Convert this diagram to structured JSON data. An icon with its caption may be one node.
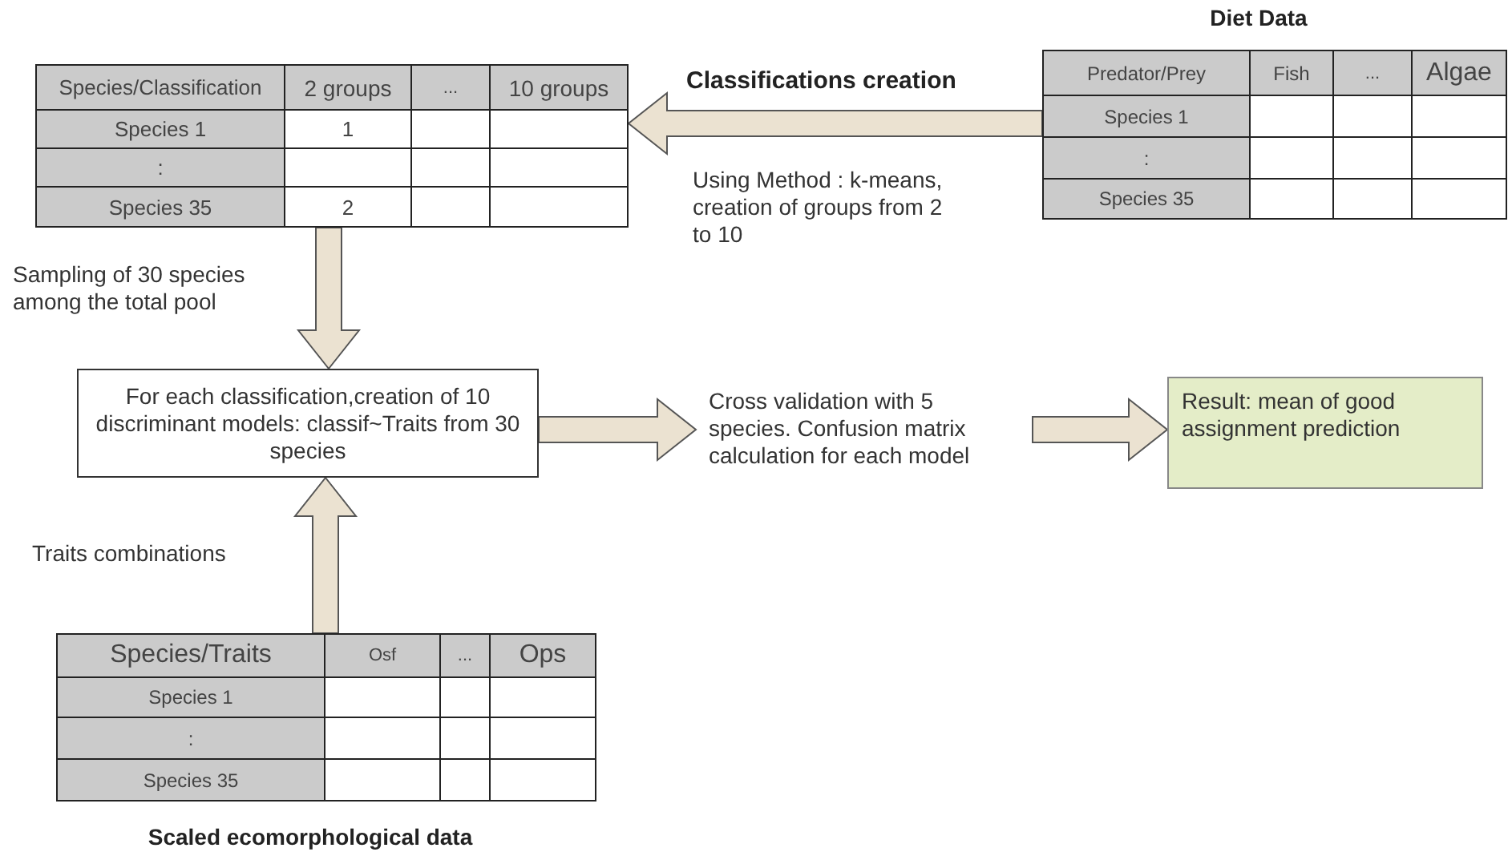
{
  "diagram": {
    "nodes": [
      {
        "text": [
          "Species/Classification",
          "2 groups",
          "...",
          "10 groups",
          "Species 1",
          "1",
          ":",
          "Species 35",
          "2"
        ]
      },
      {
        "text": [
          "Diet Data",
          "Predator/Prey",
          "Fish",
          "...",
          "Algae",
          "Species 1",
          ":",
          "Species 35"
        ]
      },
      {
        "text": [
          "For each classification,creation of 10 discriminant models: classif~Traits from 30 species"
        ]
      },
      {
        "text": [
          "Cross validation with 5 species. Confusion matrix calculation for each model"
        ]
      },
      {
        "text": [
          "Result: mean of good assignment prediction"
        ]
      },
      {
        "text": [
          "Species/Traits",
          "Osf",
          "...",
          "Ops",
          "Species 1",
          ":",
          "Species 35",
          "Scaled ecomorphological data"
        ]
      }
    ],
    "edges": [
      {
        "from": 1,
        "to": 0,
        "arrow": "to",
        "label": "Classifications creation"
      },
      {
        "from": 0,
        "to": 2,
        "arrow": "to",
        "label": "Sampling of 30 species among the total pool"
      },
      {
        "from": 2,
        "to": 3,
        "arrow": "to"
      },
      {
        "from": 3,
        "to": 4,
        "arrow": "to"
      },
      {
        "from": 5,
        "to": 2,
        "arrow": "to",
        "label": "Traits combinations"
      }
    ],
    "labels": [
      "Using Method : k-means, creation of groups from 2 to 10"
    ]
  }
}
